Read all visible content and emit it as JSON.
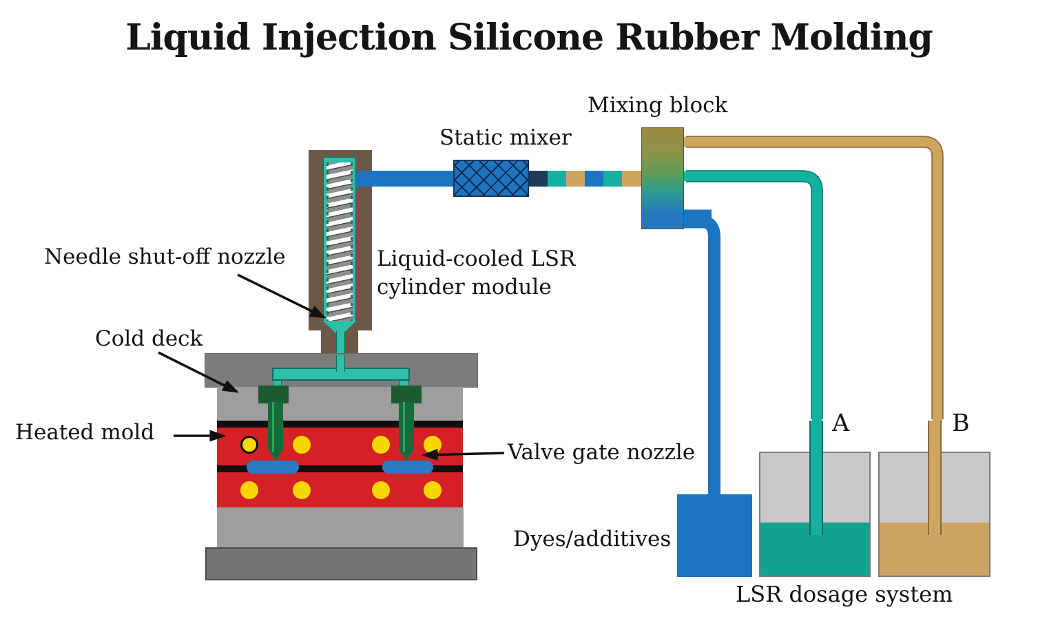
{
  "title": "Liquid Injection Silicone Rubber Molding",
  "labels": {
    "mixing_block": "Mixing block",
    "static_mixer": "Static mixer",
    "needle_nozzle": "Needle shut-off nozzle",
    "cylinder_module": "Liquid-cooled LSR\ncylinder module",
    "cold_deck": "Cold deck",
    "heated_mold": "Heated mold",
    "valve_gate": "Valve gate nozzle",
    "dyes_additives": "Dyes/additives",
    "dosage_system": "LSR dosage system",
    "container_a": "A",
    "container_b": "B"
  },
  "colors": {
    "teal": "#14b0a0",
    "tealLight": "#2fbfa7",
    "tan": "#cda55f",
    "navy": "#1e3b58",
    "blue": "#1d74c0",
    "brown": "#6b5847",
    "red": "#d42127",
    "yellow": "#f6d800",
    "greenDark": "#1d5a31",
    "green": "#176a3a",
    "grayLight": "#9e9e9e",
    "grayDark": "#7c7c7c",
    "containerGray": "#c9c9c9",
    "liquidTeal": "#12a28f",
    "liquidTan": "#cba362",
    "mixTop": "#9c8a42",
    "mixBottom": "#2478c1"
  }
}
